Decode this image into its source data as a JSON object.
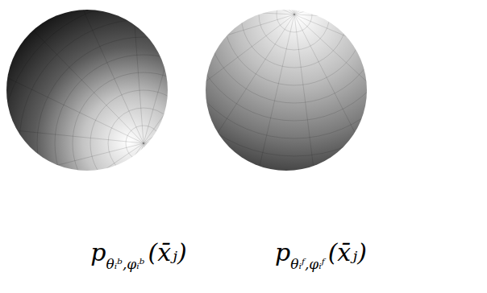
{
  "diagram": {
    "labels": [
      "p",
      "θᵢᵇ,φᵢᵇ",
      "(x̄ⱼ)",
      "p",
      "θᵢᶠ,φᵢᶠ",
      "(x̄ⱼ)"
    ]
  }
}
